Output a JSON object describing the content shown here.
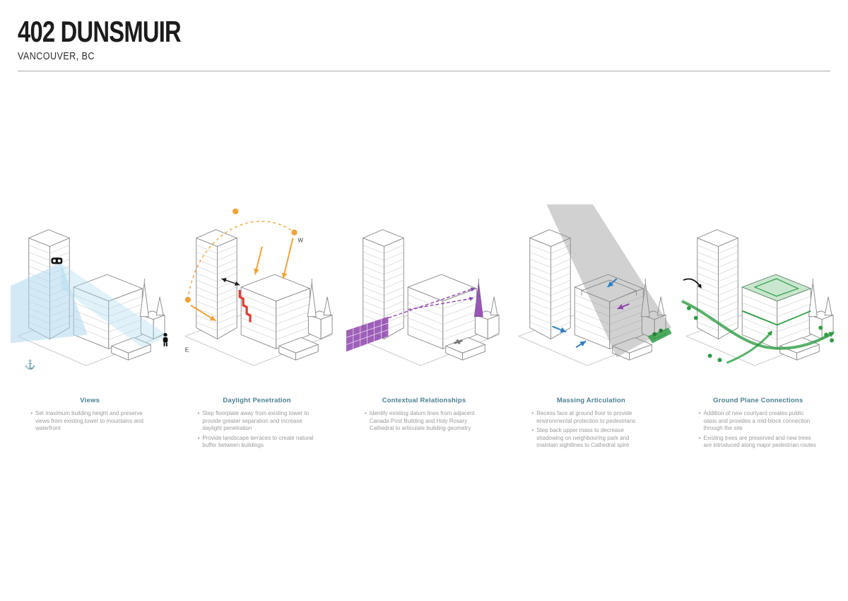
{
  "meta": {
    "bullet_char": "•"
  },
  "header": {
    "title": "402 DUNSMUIR",
    "subtitle": "VANCOUVER, BC"
  },
  "panels": [
    {
      "title": "Views",
      "bullets": [
        "Set maximum building height and preserve views from existing tower to mountains and waterfront"
      ]
    },
    {
      "title": "Daylight Penetration",
      "bullets": [
        "Step floorplate away from existing tower to provide greater separation and increase daylight penetration",
        "Provide landscape terraces to create natural buffer between buildings"
      ],
      "labels": {
        "west": "W",
        "east": "E"
      }
    },
    {
      "title": "Contextual Relationships",
      "bullets": [
        "Identify existing datum lines from adjacent Canada Post Building and Holy Rosary Cathedral to articulate building geometry"
      ]
    },
    {
      "title": "Massing Articulation",
      "bullets": [
        "Recess face at ground floor to provide environmental protection to pedestrians",
        "Step back upper mass to decrease shadowing on neighbouring park and maintain sightlines to Cathedral spire"
      ]
    },
    {
      "title": "Ground Plane Connections",
      "bullets": [
        "Addition of new courtyard creates public oasis and provides a mid-block connection through the site",
        "Existing trees are preserved and new trees are introduced along major pedestrian routes"
      ]
    }
  ],
  "colors": {
    "accent_title": "#4b7f91",
    "body_text": "#9a9a9a",
    "view_cone": "#aed9ef",
    "daylight_orange": "#f2a33c",
    "terrace_red": "#e03c31",
    "datum_purple": "#8e44ad",
    "shadow_gray": "#8c8c8c",
    "massing_blue": "#2f7fc1",
    "green": "#2e9e44",
    "line_dark": "#8f8f8f"
  }
}
